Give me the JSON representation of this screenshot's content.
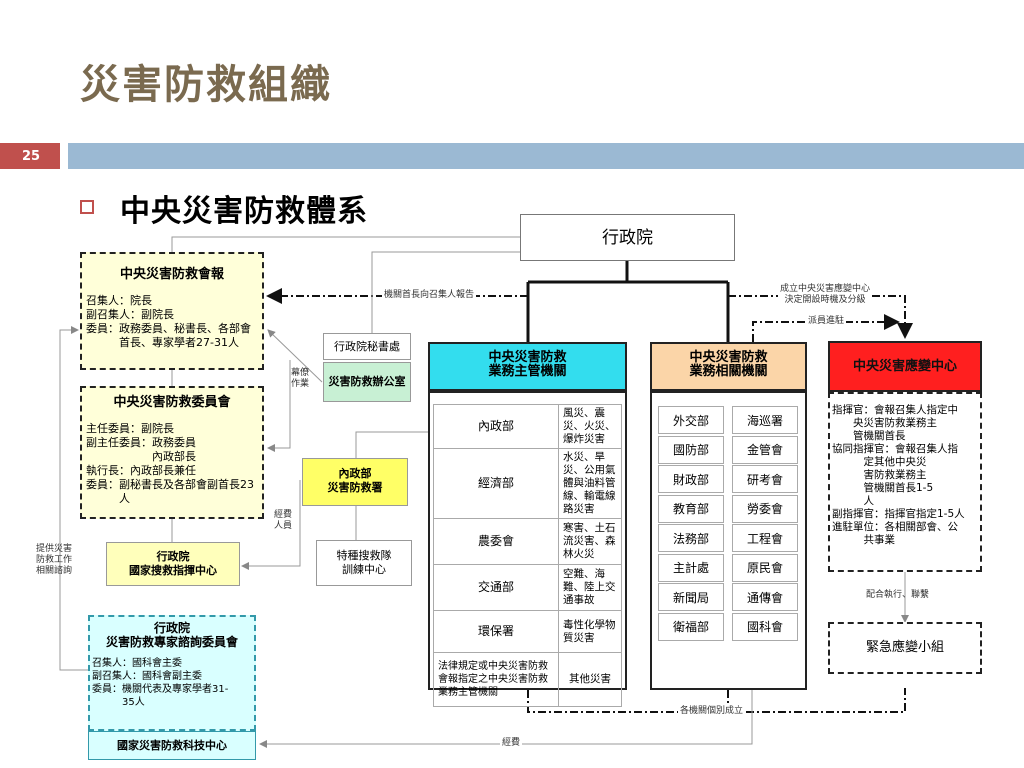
{
  "slide": {
    "title": "災害防救組織",
    "page_number": "25",
    "subtitle": "中央災害防救體系"
  },
  "colors": {
    "title": "#7a6a4f",
    "accent_red": "#c0504d",
    "bar_blue": "#9bb9d3",
    "cyan": "#33ddee",
    "orange": "#fbd5a8",
    "red_center": "#ff1f1f",
    "green": "#c8f0d4",
    "yellow": "#ffffbb",
    "pale_yellow": "#ffffd9",
    "pale_cyan": "#d9ffff"
  },
  "nodes": {
    "executive_yuan": "行政院",
    "council": {
      "title": "中央災害防救會報",
      "body": "召集人：院長\n副召集人：副院長\n委員：政務委員、秘書長、各部會\n　　　首長、專家學者27-31人"
    },
    "committee": {
      "title": "中央災害防救委員會",
      "body": "主任委員：副院長\n副主任委員：政務委員\n　　　　　　內政部長\n執行長：內政部長兼任\n委員：副秘書長及各部會副首長23\n　　　人"
    },
    "command_center": {
      "line1": "行政院",
      "line2": "國家搜救指揮中心"
    },
    "expert_committee": {
      "line1": "行政院",
      "line2": "災害防救專家諮詢委員會",
      "body": "召集人：國科會主委\n副召集人：國科會副主委\n委員：機關代表及專家學者31-\n　　　35人"
    },
    "tech_center": "國家災害防救科技中心",
    "secretariat": "行政院秘書處",
    "disaster_office": "災害防救辦公室",
    "moi_agency": {
      "line1": "內政部",
      "line2": "災害防救署"
    },
    "training_center": {
      "line1": "特種搜救隊",
      "line2": "訓練中心"
    },
    "main_agencies_header": {
      "line1": "中央災害防救",
      "line2": "業務主管機關"
    },
    "related_agencies_header": {
      "line1": "中央災害防救",
      "line2": "業務相關機關"
    },
    "emergency_center": "中央災害應變中心",
    "emergency_center_body": "指揮官：會報召集人指定中\n　　央災害防救業務主\n　　管機關首長\n協同指揮官：會報召集人指\n　　　定其他中央災\n　　　害防救業務主\n　　　管機關首長1-5\n　　　人\n副指揮官：指揮官指定1-5人\n進駐單位：各相關部會、公\n　　　共事業",
    "emergency_team": "緊急應變小組"
  },
  "main_agencies": [
    {
      "agency": "內政部",
      "duty": "風災、震災、火災、爆炸災害"
    },
    {
      "agency": "經濟部",
      "duty": "水災、旱災、公用氣體與油料管線、輸電線路災害"
    },
    {
      "agency": "農委會",
      "duty": "寒害、土石流災害、森林火災"
    },
    {
      "agency": "交通部",
      "duty": "空難、海難、陸上交通事故"
    },
    {
      "agency": "環保署",
      "duty": "毒性化學物質災害"
    },
    {
      "agency": "法律規定或中央災害防救會報指定之中央災害防救業務主管機關",
      "duty": "其他災害"
    }
  ],
  "related_agencies": {
    "left": [
      "外交部",
      "國防部",
      "財政部",
      "教育部",
      "法務部",
      "主計處",
      "新聞局",
      "衛福部"
    ],
    "right": [
      "海巡署",
      "金管會",
      "研考會",
      "勞委會",
      "工程會",
      "原民會",
      "通傳會",
      "國科會"
    ]
  },
  "edge_labels": {
    "convene": "機關首長向召集人報告",
    "establish": "成立中央災害應變中心\n決定開設時機及分級",
    "dispatch": "派員進駐",
    "staff_work": "幕僚\n作業",
    "funding_personnel": "經費\n人員",
    "consult": "提供災害\n防救工作\n相關諮詢",
    "cooperate": "配合執行、聯繫",
    "each_establish": "各機關個別成立",
    "funding": "經費"
  }
}
